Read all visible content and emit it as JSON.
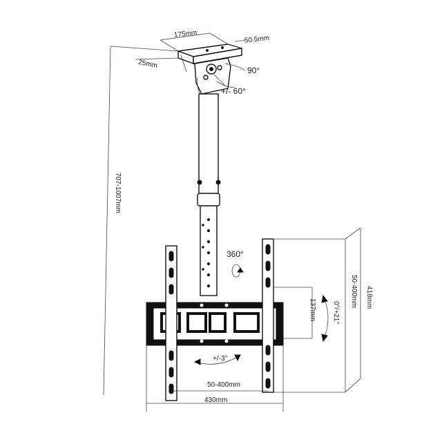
{
  "dimensions": {
    "plate_width": "175mm",
    "plate_depth": "50.5mm",
    "plate_thickness": "25mm",
    "pole_length": "707-1007mm",
    "vesa_vertical": "50-400mm",
    "overall_height": "418mm",
    "bracket_height": "137mm",
    "vesa_horizontal": "50-400mm",
    "overall_width": "430mm"
  },
  "angles": {
    "pivot": "90°",
    "swivel_top": "+/- 60°",
    "rotation": "360°",
    "tilt": "0°/+21°",
    "level": "+/-3°"
  }
}
